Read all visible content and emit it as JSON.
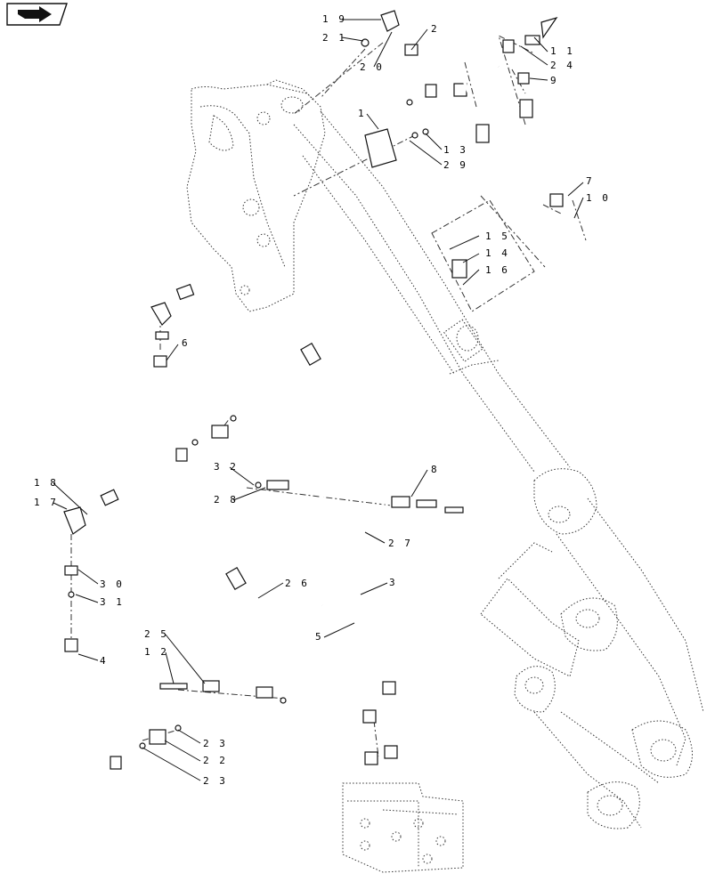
{
  "diagram": {
    "icon": "navigation-arrow-icon",
    "callouts": [
      {
        "id": "19",
        "text": "1 9"
      },
      {
        "id": "21",
        "text": "2 1"
      },
      {
        "id": "20",
        "text": "2 0"
      },
      {
        "id": "2",
        "text": "2"
      },
      {
        "id": "11",
        "text": "1 1"
      },
      {
        "id": "24",
        "text": "2 4"
      },
      {
        "id": "9",
        "text": "9"
      },
      {
        "id": "1",
        "text": "1"
      },
      {
        "id": "13",
        "text": "1 3"
      },
      {
        "id": "29",
        "text": "2 9"
      },
      {
        "id": "7",
        "text": "7"
      },
      {
        "id": "10",
        "text": "1 0"
      },
      {
        "id": "15",
        "text": "1 5"
      },
      {
        "id": "14",
        "text": "1 4"
      },
      {
        "id": "16",
        "text": "1 6"
      },
      {
        "id": "6",
        "text": "6"
      },
      {
        "id": "32",
        "text": "3 2"
      },
      {
        "id": "28",
        "text": "2 8"
      },
      {
        "id": "8",
        "text": "8"
      },
      {
        "id": "27",
        "text": "2 7"
      },
      {
        "id": "18",
        "text": "1 8"
      },
      {
        "id": "17",
        "text": "1 7"
      },
      {
        "id": "26",
        "text": "2 6"
      },
      {
        "id": "3",
        "text": "3"
      },
      {
        "id": "30",
        "text": "3 0"
      },
      {
        "id": "31",
        "text": "3 1"
      },
      {
        "id": "5",
        "text": "5"
      },
      {
        "id": "4",
        "text": "4"
      },
      {
        "id": "25",
        "text": "2 5"
      },
      {
        "id": "12",
        "text": "1 2"
      },
      {
        "id": "23a",
        "text": "2 3"
      },
      {
        "id": "22",
        "text": "2 2"
      },
      {
        "id": "23b",
        "text": "2 3"
      }
    ]
  }
}
